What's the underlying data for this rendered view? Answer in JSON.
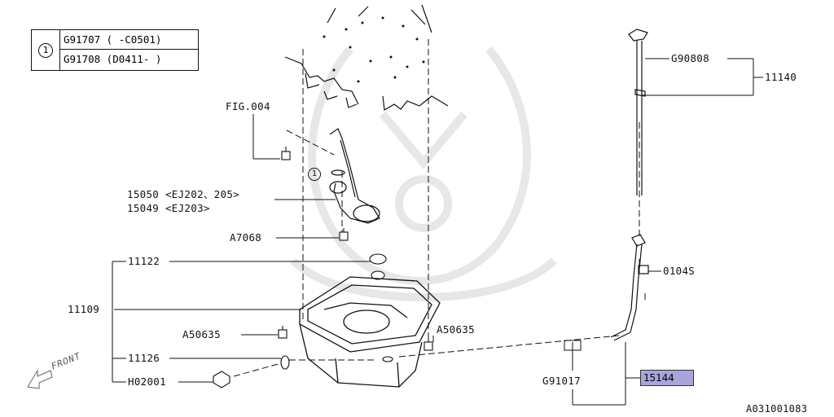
{
  "legend": {
    "marker": "1",
    "rows": [
      "G91707 ( -C0501)",
      "G91708 (D0411- )"
    ]
  },
  "labels": {
    "fig004": "FIG.004",
    "marker_1": "1",
    "p15050": "15050 <EJ202、205>",
    "p15049": "15049 <EJ203>",
    "a7068": "A7068",
    "p11122": "11122",
    "p11109": "11109",
    "a50635_left": "A50635",
    "a50635_right": "A50635",
    "p11126": "11126",
    "h02001": "H02001",
    "g90808": "G90808",
    "p11140": "11140",
    "p0104s": "0104S",
    "g91017": "G91017",
    "p15144": "15144",
    "front": "FRONT",
    "ref": "A031001083"
  },
  "colors": {
    "line": "#111111",
    "highlight": "#a8a4dc",
    "watermark": "#dddddd"
  }
}
